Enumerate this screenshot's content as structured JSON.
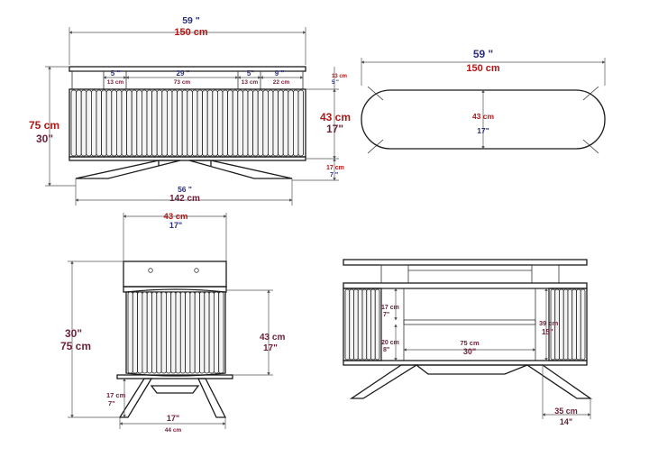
{
  "front_view": {
    "width_in": "59 \"",
    "width_cm": "150 cm",
    "height_cm": "75 cm",
    "height_in": "30\"",
    "drawer_left_in": "5 \"",
    "drawer_left_cm": "13 cm",
    "shelf_in": "29 \"",
    "shelf_cm": "73 cm",
    "drawer_right_in": "5\"",
    "drawer_right_cm": "13 cm",
    "right_in": "9 \"",
    "right_cm": "22 cm",
    "top_gap_cm": "13 cm",
    "top_gap_in": "5 \"",
    "body_cm": "43 cm",
    "body_in": "17\"",
    "leg_cm": "17 cm",
    "leg_in": "7 \"",
    "base_in": "56 \"",
    "base_cm": "142 cm"
  },
  "top_view": {
    "width_in": "59 \"",
    "width_cm": "150 cm",
    "depth_cm": "43 cm",
    "depth_in": "17\""
  },
  "side_view": {
    "depth_cm": "43 cm",
    "depth_in": "17\"",
    "height_in": "30\"",
    "height_cm": "75 cm",
    "body_cm": "43 cm",
    "body_in": "17\"",
    "leg_cm": "17 cm",
    "leg_in": "7\"",
    "base_in": "17\"",
    "base_cm": "44 cm"
  },
  "back_view": {
    "upper_cm": "17 cm",
    "upper_in": "7\"",
    "lower_cm": "20 cm",
    "lower_in": "8\"",
    "inner_cm": "75 cm",
    "inner_in": "30\"",
    "height_cm": "39 cm",
    "height_in": "15\"",
    "leg_cm": "35 cm",
    "leg_in": "14\""
  }
}
